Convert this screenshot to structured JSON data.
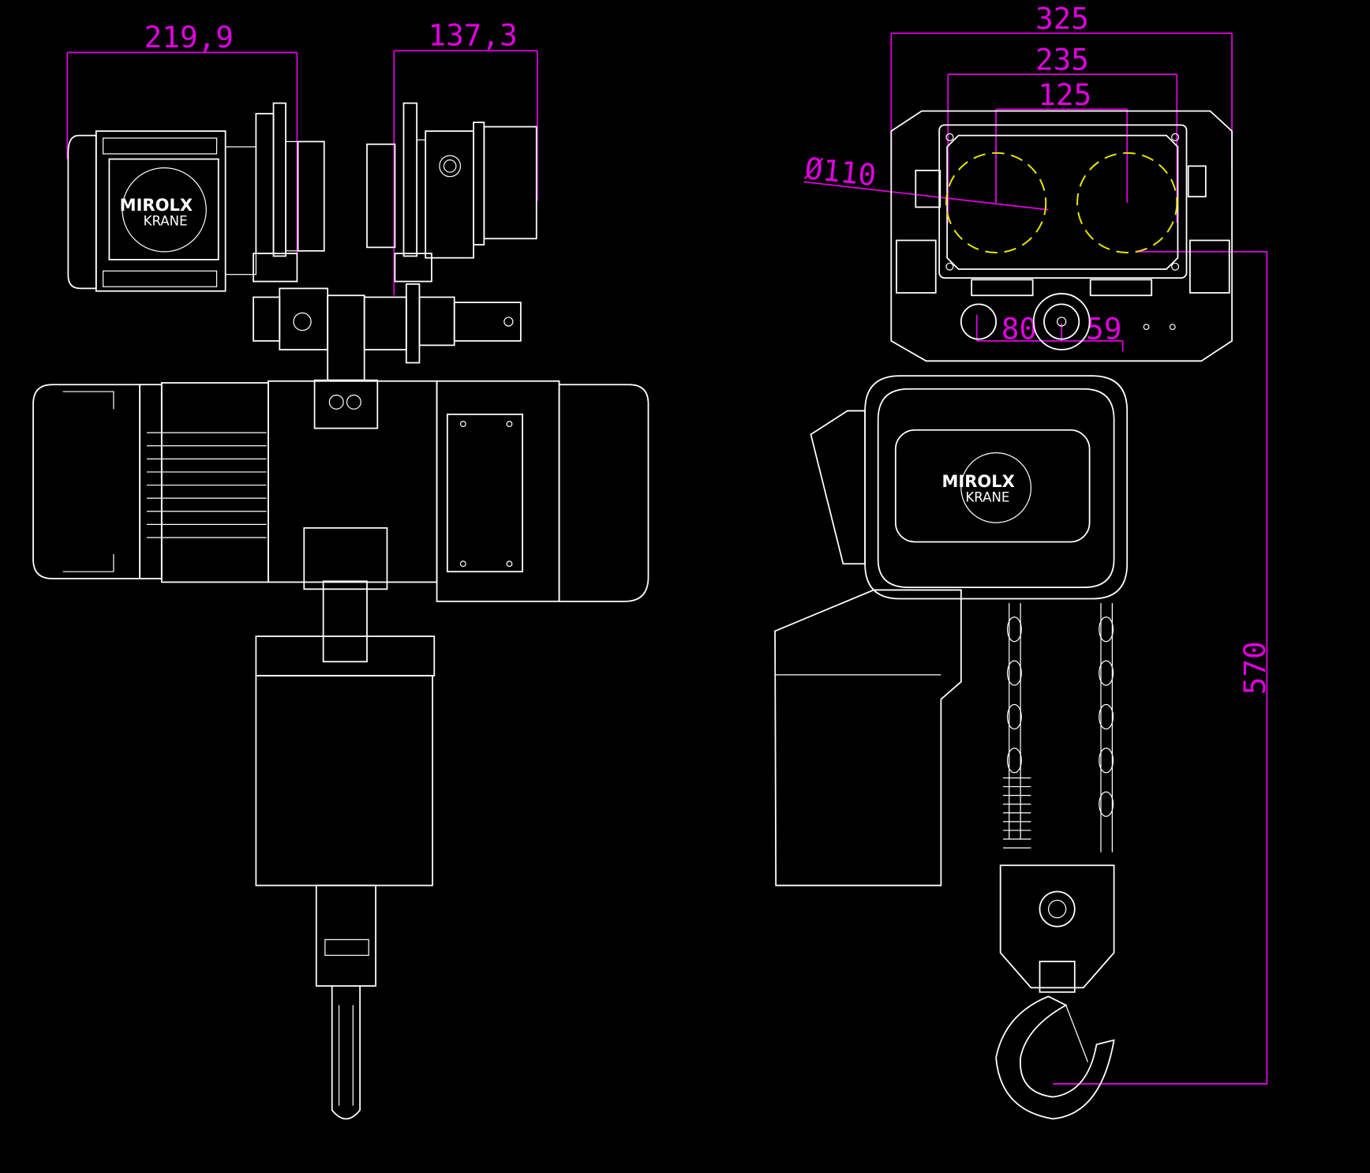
{
  "drawing": {
    "colors": {
      "background": "#000000",
      "outline": "#ffffff",
      "dimension": "#e000e0",
      "hidden_circle": "#e6e600"
    },
    "side_view": {
      "dimensions": {
        "motor_width": "219,9",
        "trolley_drive_width": "137,3"
      },
      "logo": {
        "line1": "MIROLX",
        "line2": "KRANE"
      }
    },
    "front_view": {
      "dimensions": {
        "overall_width": "325",
        "flange_width": "235",
        "wheel_spacing": "125",
        "wheel_diameter": "Ø110",
        "offset_left": "80",
        "offset_right": "59",
        "height": "570"
      },
      "logo": {
        "line1": "MIROLX",
        "line2": "KRANE"
      }
    }
  }
}
